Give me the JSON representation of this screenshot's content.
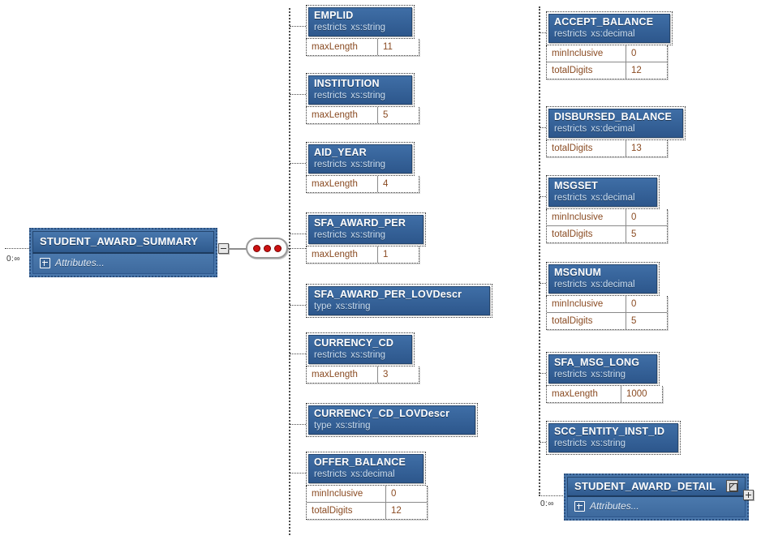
{
  "diagram": {
    "kind": "xsd-schema-tree",
    "root": {
      "name": "STUDENT_AWARD_SUMMARY",
      "attributes_label": "Attributes...",
      "occurrence": "0:∞",
      "collapse_state": "minus",
      "compositor": "sequence"
    },
    "colors": {
      "header_blue": "#2d578c",
      "header_blue_light": "#3f6ea6",
      "facet_text": "#8a4b22",
      "subtitle_text": "#c9dcef",
      "connector": "#4a4a4a",
      "sequence_dot": "#cc1111",
      "background": "#ffffff"
    },
    "columns": [
      {
        "id": "column-1",
        "nodes": [
          {
            "name": "EMPLID",
            "relation": "restricts",
            "type": "xs:string",
            "facets": [
              {
                "name": "maxLength",
                "value": "11"
              }
            ]
          },
          {
            "name": "INSTITUTION",
            "relation": "restricts",
            "type": "xs:string",
            "facets": [
              {
                "name": "maxLength",
                "value": "5"
              }
            ]
          },
          {
            "name": "AID_YEAR",
            "relation": "restricts",
            "type": "xs:string",
            "facets": [
              {
                "name": "maxLength",
                "value": "4"
              }
            ]
          },
          {
            "name": "SFA_AWARD_PER",
            "relation": "restricts",
            "type": "xs:string",
            "facets": [
              {
                "name": "maxLength",
                "value": "1"
              }
            ]
          },
          {
            "name": "SFA_AWARD_PER_LOVDescr",
            "relation": "type",
            "type": "xs:string",
            "facets": []
          },
          {
            "name": "CURRENCY_CD",
            "relation": "restricts",
            "type": "xs:string",
            "facets": [
              {
                "name": "maxLength",
                "value": "3"
              }
            ]
          },
          {
            "name": "CURRENCY_CD_LOVDescr",
            "relation": "type",
            "type": "xs:string",
            "facets": []
          },
          {
            "name": "OFFER_BALANCE",
            "relation": "restricts",
            "type": "xs:decimal",
            "facets": [
              {
                "name": "minInclusive",
                "value": "0"
              },
              {
                "name": "totalDigits",
                "value": "12"
              }
            ]
          }
        ]
      },
      {
        "id": "column-2",
        "nodes": [
          {
            "name": "ACCEPT_BALANCE",
            "relation": "restricts",
            "type": "xs:decimal",
            "facets": [
              {
                "name": "minInclusive",
                "value": "0"
              },
              {
                "name": "totalDigits",
                "value": "12"
              }
            ]
          },
          {
            "name": "DISBURSED_BALANCE",
            "relation": "restricts",
            "type": "xs:decimal",
            "facets": [
              {
                "name": "totalDigits",
                "value": "13"
              }
            ]
          },
          {
            "name": "MSGSET",
            "relation": "restricts",
            "type": "xs:decimal",
            "facets": [
              {
                "name": "minInclusive",
                "value": "0"
              },
              {
                "name": "totalDigits",
                "value": "5"
              }
            ]
          },
          {
            "name": "MSGNUM",
            "relation": "restricts",
            "type": "xs:decimal",
            "facets": [
              {
                "name": "minInclusive",
                "value": "0"
              },
              {
                "name": "totalDigits",
                "value": "5"
              }
            ]
          },
          {
            "name": "SFA_MSG_LONG",
            "relation": "restricts",
            "type": "xs:string",
            "facets": [
              {
                "name": "maxLength",
                "value": "1000"
              }
            ]
          },
          {
            "name": "SCC_ENTITY_INST_ID",
            "relation": "restricts",
            "type": "xs:string",
            "facets": []
          }
        ]
      }
    ],
    "child_element": {
      "name": "STUDENT_AWARD_DETAIL",
      "attributes_label": "Attributes...",
      "occurrence": "0:∞",
      "expand_state": "plus",
      "has_reference_icon": true
    }
  }
}
